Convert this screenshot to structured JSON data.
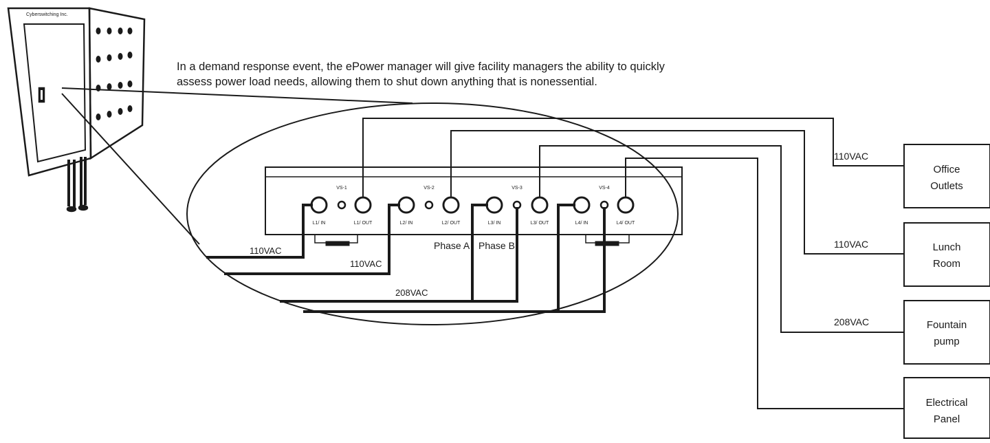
{
  "caption": {
    "line1": "In a demand response event, the ePower manager will give facility managers the ability to quickly",
    "line2": "assess power load needs, allowing them to shut down anything that is nonessential."
  },
  "cabinet": {
    "brand": "Cyberswitching Inc."
  },
  "device": {
    "switches": [
      "VS-1",
      "VS-2",
      "VS-3",
      "VS-4"
    ],
    "ports": {
      "l1_in": "L1/ IN",
      "l1_out": "L1/ OUT",
      "l2_in": "L2/ IN",
      "l2_out": "L2/ OUT",
      "l3_in": "L3/ IN",
      "l3_out": "L3/ OUT",
      "l4_in": "L4/ IN",
      "l4_out": "L4/ OUT"
    },
    "phase_a": "Phase A",
    "phase_b": "Phase B"
  },
  "inputs": {
    "feed1": "110VAC",
    "feed2": "110VAC",
    "feed3": "208VAC"
  },
  "outputs": [
    {
      "voltage": "110VAC",
      "line1": "Office",
      "line2": "Outlets"
    },
    {
      "voltage": "110VAC",
      "line1": "Lunch",
      "line2": "Room"
    },
    {
      "voltage": "208VAC",
      "line1": "Fountain",
      "line2": "pump"
    },
    {
      "voltage": "",
      "line1": "Electrical",
      "line2": "Panel"
    }
  ]
}
